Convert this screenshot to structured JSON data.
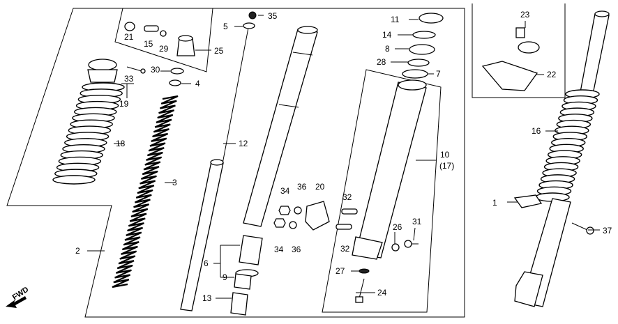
{
  "labels": {
    "n1": "1",
    "n2": "2",
    "n3": "3",
    "n4": "4",
    "n5": "5",
    "n6": "6",
    "n7": "7",
    "n8": "8",
    "n9": "9",
    "n10": "10",
    "n10sub": "(17)",
    "n11": "11",
    "n12": "12",
    "n13": "13",
    "n14": "14",
    "n15": "15",
    "n16": "16",
    "n18": "18",
    "n19": "19",
    "n20": "20",
    "n21": "21",
    "n22": "22",
    "n23": "23",
    "n24": "24",
    "n25": "25",
    "n26": "26",
    "n27": "27",
    "n28": "28",
    "n29": "29",
    "n30": "30",
    "n31": "31",
    "n32a": "32",
    "n32b": "32",
    "n33": "33",
    "n34a": "34",
    "n34b": "34",
    "n35": "35",
    "n36a": "36",
    "n36b": "36",
    "n37": "37",
    "fwd": "FWD"
  }
}
